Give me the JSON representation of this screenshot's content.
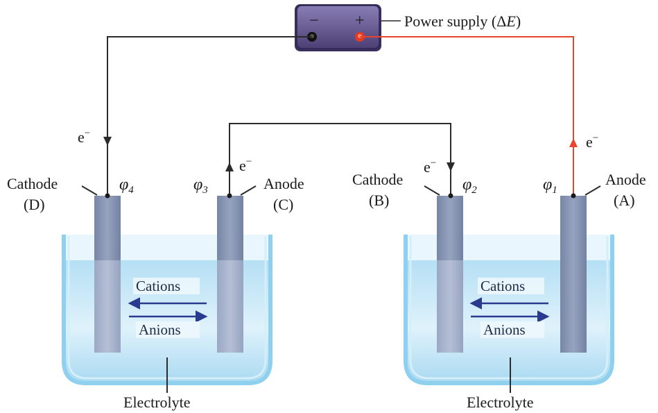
{
  "power_supply": {
    "minus_sign": "−",
    "plus_sign": "+",
    "label": "Power supply (ΔE)"
  },
  "electron_labels": {
    "left_wire": "e",
    "middle_left": "e",
    "middle_right": "e",
    "right_wire": "e",
    "charge": "−"
  },
  "electrodes": {
    "D": {
      "line1": "Cathode",
      "line2": "(D)",
      "potential_symbol": "φ",
      "potential_index": "4"
    },
    "C": {
      "line1": "Anode",
      "line2": "(C)",
      "potential_symbol": "φ",
      "potential_index": "3"
    },
    "B": {
      "line1": "Cathode",
      "line2": "(B)",
      "potential_symbol": "φ",
      "potential_index": "2"
    },
    "A": {
      "line1": "Anode",
      "line2": "(A)",
      "potential_symbol": "φ",
      "potential_index": "1"
    }
  },
  "cells": {
    "left": {
      "cations": "Cations",
      "anions": "Anions",
      "electrolyte": "Electrolyte"
    },
    "right": {
      "cations": "Cations",
      "anions": "Anions",
      "electrolyte": "Electrolyte"
    }
  },
  "colors": {
    "wire": "#2b2b2b",
    "positive_wire": "#e8452c",
    "supply_body": "#5b4f86",
    "electrolyte": "#bfe4f6",
    "beaker_wall": "#8fd0ee",
    "electrode": "#8a97b4",
    "ion_arrow": "#2a3b8f"
  }
}
